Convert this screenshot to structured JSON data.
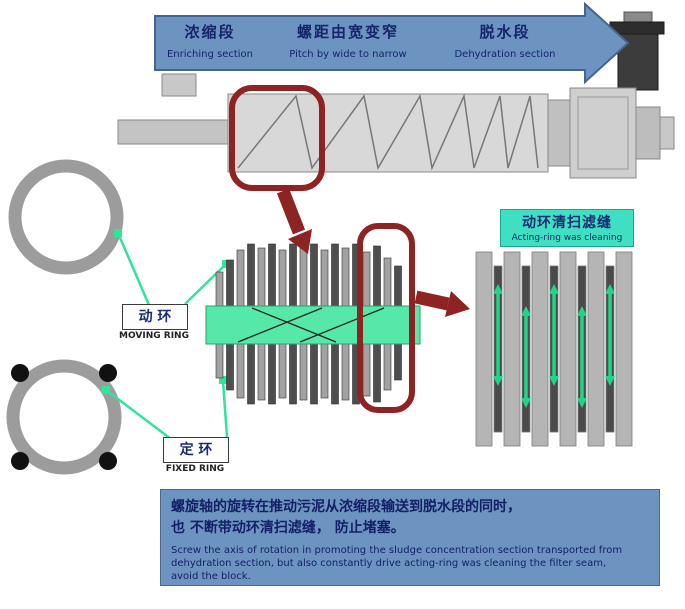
{
  "process_arrow": {
    "sections": [
      {
        "zh": "浓缩段",
        "en": "Enriching section"
      },
      {
        "zh": "螺距由宽变窄",
        "en": "Pitch by wide to narrow"
      },
      {
        "zh": "脱水段",
        "en": "Dehydration section"
      }
    ]
  },
  "ring_labels": {
    "moving": {
      "zh": "动 环",
      "en": "MOVING RING"
    },
    "fixed": {
      "zh": "定 环",
      "en": "FIXED RING"
    }
  },
  "cleaning_label": {
    "zh": "动环清扫滤缝",
    "en": "Acting-ring was cleaning"
  },
  "description": {
    "zh_line1": "螺旋轴的旋转在推动污泥从浓缩段输送到脱水段的同时，",
    "zh_line2": "也 不断带动环清扫滤缝， 防止堵塞。",
    "en_line1": "Screw the axis of rotation in promoting the sludge concentration section transported from",
    "en_line2": "dehydration section, but also constantly drive acting-ring was cleaning the filter seam,",
    "en_line3": "avoid the block."
  },
  "colors": {
    "arrow_blue": "#6d94c0",
    "highlight_red": "#8e2323",
    "green": "#2fe59c",
    "teal": "#3fe0c2",
    "navy": "#15246b"
  }
}
